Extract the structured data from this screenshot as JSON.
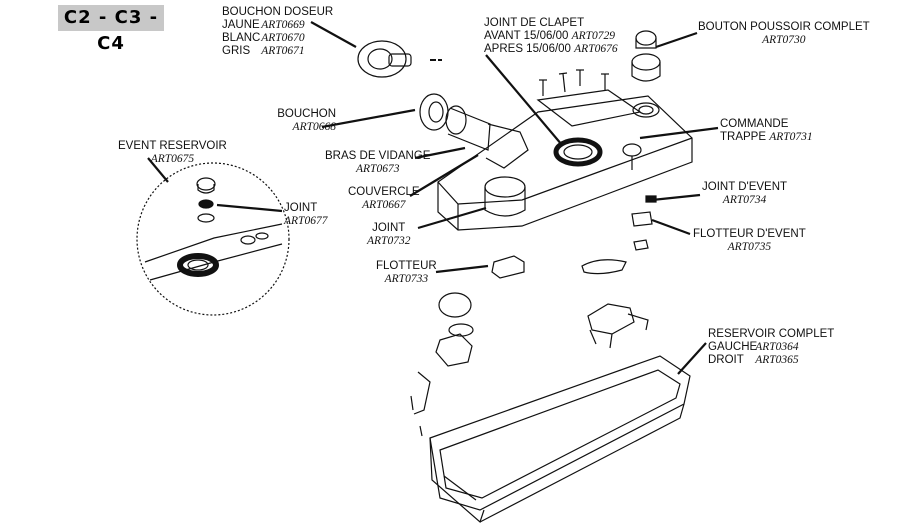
{
  "header": {
    "model_badge": "C2 - C3 - C4"
  },
  "parts": {
    "bouchon_doseur": {
      "title": "BOUCHON DOSEUR",
      "rows": [
        {
          "label": "JAUNE",
          "ref": "ART0669"
        },
        {
          "label": "BLANC",
          "ref": "ART0670"
        },
        {
          "label": "GRIS",
          "ref": "ART0671"
        }
      ]
    },
    "joint_de_clapet": {
      "title": "JOINT DE CLAPET",
      "rows": [
        {
          "label": "AVANT 15/06/00",
          "ref": "ART0729"
        },
        {
          "label": "APRES 15/06/00",
          "ref": "ART0676"
        }
      ]
    },
    "bouton_poussoir": {
      "title": "BOUTON POUSSOIR COMPLET",
      "ref": "ART0730"
    },
    "bouchon": {
      "title": "BOUCHON",
      "ref": "ART0668"
    },
    "commande_trappe": {
      "line1": "COMMANDE",
      "line2": "TRAPPE",
      "ref": "ART0731"
    },
    "event_reservoir": {
      "title": "EVENT RESERVOIR",
      "ref": "ART0675"
    },
    "bras_de_vidange": {
      "title": "BRAS DE VIDANGE",
      "ref": "ART0673"
    },
    "joint_event": {
      "title": "JOINT D'EVENT",
      "ref": "ART0734"
    },
    "couvercle": {
      "title": "COUVERCLE",
      "ref": "ART0667"
    },
    "joint_0677": {
      "title": "JOINT",
      "ref": "ART0677"
    },
    "flotteur_event": {
      "title": "FLOTTEUR D'EVENT",
      "ref": "ART0735"
    },
    "joint_0732": {
      "title": "JOINT",
      "ref": "ART0732"
    },
    "flotteur": {
      "title": "FLOTTEUR",
      "ref": "ART0733"
    },
    "reservoir_complet": {
      "title": "RESERVOIR COMPLET",
      "rows": [
        {
          "label": "GAUCHE",
          "ref": "ART0364"
        },
        {
          "label": "DROIT",
          "ref": "ART0365"
        }
      ]
    }
  }
}
